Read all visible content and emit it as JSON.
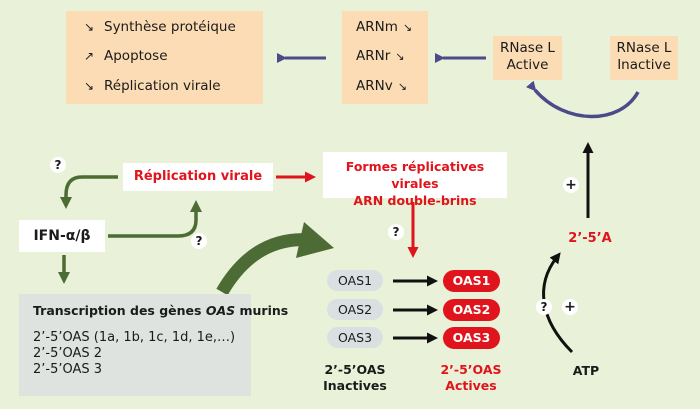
{
  "effects": [
    {
      "arrow": "↘",
      "label": "Synthèse protéique"
    },
    {
      "arrow": "↗",
      "label": "Apoptose"
    },
    {
      "arrow": "↘",
      "label": "Réplication virale"
    }
  ],
  "arn": [
    {
      "label": "ARNm",
      "arrow": "↘"
    },
    {
      "label": "ARNr",
      "arrow": "↘"
    },
    {
      "label": "ARNv",
      "arrow": "↘"
    }
  ],
  "rnase_active": {
    "line1": "RNase L",
    "line2": "Active"
  },
  "rnase_inactive": {
    "line1": "RNase L",
    "line2": "Inactive"
  },
  "replication": "Réplication virale",
  "formes": {
    "line1": "Formes réplicatives virales",
    "line2": "ARN double-brins"
  },
  "ifn": "IFN-α/β",
  "transcription": {
    "title_prefix": "Transcription des gènes ",
    "title_italic": "OAS",
    "title_suffix": " murins",
    "lines": [
      "2’-5’OAS (1a, 1b, 1c, 1d, 1e,…)",
      "2’-5’OAS 2",
      "2’-5’OAS 3"
    ]
  },
  "oas_inactive": [
    "OAS1",
    "OAS2",
    "OAS3"
  ],
  "oas_active": [
    "OAS1",
    "OAS2",
    "OAS3"
  ],
  "inactives_label": {
    "line1": "2’-5’OAS",
    "line2": "Inactives"
  },
  "actives_label": {
    "line1": "2’-5’OAS",
    "line2": "Actives"
  },
  "product": "2’-5’A",
  "substrate": "ATP",
  "question_mark": "?",
  "plus_sign": "+",
  "colors": {
    "background": "#e9f2d8",
    "peach": "#fbdcb4",
    "green": "#4c6b35",
    "red": "#e0141c",
    "navy": "#4b4a8a"
  }
}
